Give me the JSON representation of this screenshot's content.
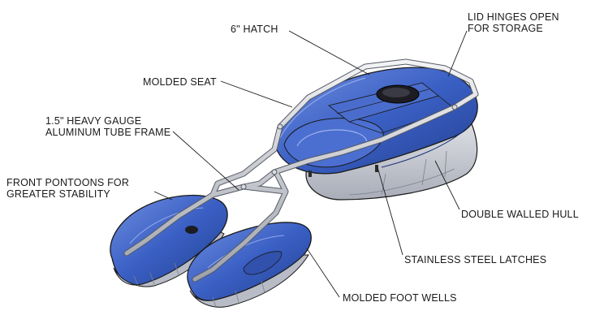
{
  "labels": {
    "hatch": "6\" HATCH",
    "lid_line1": "LID HINGES OPEN",
    "lid_line2": "FOR STORAGE",
    "molded_seat": "MOLDED SEAT",
    "frame_line1": "1.5\" HEAVY GAUGE",
    "frame_line2": "ALUMINUM TUBE FRAME",
    "pontoons_line1": "FRONT PONTOONS FOR",
    "pontoons_line2": "GREATER STABILITY",
    "hull": "DOUBLE WALLED HULL",
    "latches": "STAINLESS STEEL LATCHES",
    "foot_wells": "MOLDED FOOT WELLS"
  },
  "colors": {
    "shell_blue": "#3a5fc4",
    "shell_blue_dark": "#23418f",
    "shell_highlight": "#6f8fe0",
    "hull_gray": "#c9ccd4",
    "frame_silver": "#d9dbe0",
    "outline": "#1a1a1a"
  }
}
